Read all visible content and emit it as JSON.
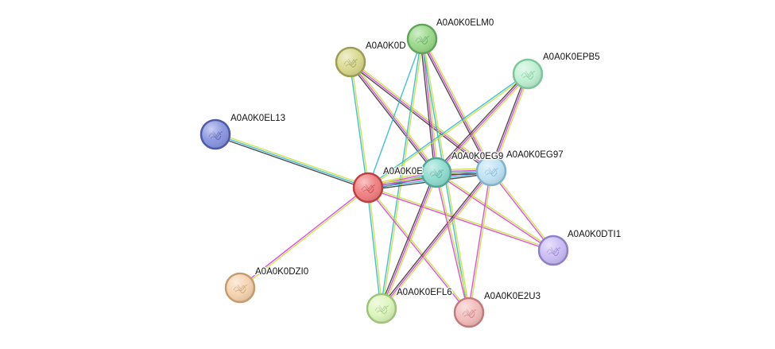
{
  "network": {
    "nodes": [
      {
        "id": "n_elm0",
        "label": "A0A0K0ELM0",
        "color": "#9ad98a",
        "border": "#5fa556",
        "icon": "protein-structure-icon"
      },
      {
        "id": "n_d",
        "label": "A0A0K0D",
        "color": "#d9d98f",
        "border": "#9c9c55",
        "icon": "protein-structure-icon"
      },
      {
        "id": "n_epb5",
        "label": "A0A0K0EPB5",
        "color": "#bff0d2",
        "border": "#7ec59b",
        "icon": "protein-structure-icon"
      },
      {
        "id": "n_el13",
        "label": "A0A0K0EL13",
        "color": "#8995e0",
        "border": "#4d5aa8",
        "icon": "protein-structure-icon"
      },
      {
        "id": "n_eg9",
        "label": "A0A0K0EG9",
        "color": "#8fdccf",
        "border": "#4ea697",
        "icon": "protein-structure-icon"
      },
      {
        "id": "n_eg97",
        "label": "A0A0K0EG97",
        "color": "#bfe3f5",
        "border": "#7eb3cf",
        "icon": "protein-structure-icon"
      },
      {
        "id": "n_e",
        "label": "A0A0K0E",
        "color": "#f07f80",
        "border": "#c23d40",
        "icon": "protein-structure-icon"
      },
      {
        "id": "n_dti1",
        "label": "A0A0K0DTI1",
        "color": "#cbbdf5",
        "border": "#8e7fc8",
        "icon": "protein-structure-icon"
      },
      {
        "id": "n_dzi0",
        "label": "A0A0K0DZI0",
        "color": "#f5d3b0",
        "border": "#c69b6e",
        "icon": "protein-structure-icon"
      },
      {
        "id": "n_efl6",
        "label": "A0A0K0EFL6",
        "color": "#dcf5bc",
        "border": "#9fc27a",
        "icon": "protein-structure-icon"
      },
      {
        "id": "n_e2u3",
        "label": "A0A0K0E2U3",
        "color": "#f3bcbc",
        "border": "#c27b7b",
        "icon": "protein-structure-icon"
      }
    ],
    "edges": [
      {
        "source": "n_el13",
        "target": "n_e",
        "evidence": [
          "#c6e03c",
          "#30b7cf",
          "#3a3a3a"
        ]
      },
      {
        "source": "n_d",
        "target": "n_e",
        "evidence": [
          "#c6e03c",
          "#30b7cf"
        ]
      },
      {
        "source": "n_d",
        "target": "n_eg9",
        "evidence": [
          "#c6e03c",
          "#d73fd7",
          "#3a3a3a"
        ]
      },
      {
        "source": "n_d",
        "target": "n_eg97",
        "evidence": [
          "#c6e03c",
          "#d73fd7",
          "#3a3a3a"
        ]
      },
      {
        "source": "n_elm0",
        "target": "n_e",
        "evidence": [
          "#30b7cf"
        ]
      },
      {
        "source": "n_elm0",
        "target": "n_eg9",
        "evidence": [
          "#c6e03c",
          "#d73fd7",
          "#3a3a3a"
        ]
      },
      {
        "source": "n_elm0",
        "target": "n_eg97",
        "evidence": [
          "#c6e03c",
          "#d73fd7",
          "#3a3a3a"
        ]
      },
      {
        "source": "n_elm0",
        "target": "n_efl6",
        "evidence": [
          "#c6e03c",
          "#30b7cf"
        ]
      },
      {
        "source": "n_elm0",
        "target": "n_e2u3",
        "evidence": [
          "#c6e03c",
          "#30b7cf"
        ]
      },
      {
        "source": "n_epb5",
        "target": "n_e",
        "evidence": [
          "#c6e03c",
          "#30b7cf"
        ]
      },
      {
        "source": "n_epb5",
        "target": "n_eg9",
        "evidence": [
          "#c6e03c",
          "#d73fd7",
          "#3a3a3a"
        ]
      },
      {
        "source": "n_epb5",
        "target": "n_eg97",
        "evidence": [
          "#c6e03c",
          "#d73fd7",
          "#3a3a3a"
        ]
      },
      {
        "source": "n_e",
        "target": "n_eg9",
        "evidence": [
          "#c6e03c",
          "#d73fd7",
          "#30b7cf",
          "#3a3a3a"
        ]
      },
      {
        "source": "n_e",
        "target": "n_eg97",
        "evidence": [
          "#c6e03c",
          "#d73fd7",
          "#30b7cf",
          "#3a3a3a"
        ]
      },
      {
        "source": "n_eg9",
        "target": "n_eg97",
        "evidence": [
          "#c6e03c",
          "#d73fd7",
          "#30b7cf",
          "#3a3a3a"
        ]
      },
      {
        "source": "n_e",
        "target": "n_dzi0",
        "evidence": [
          "#c6e03c",
          "#d73fd7"
        ]
      },
      {
        "source": "n_e",
        "target": "n_efl6",
        "evidence": [
          "#c6e03c",
          "#30b7cf"
        ]
      },
      {
        "source": "n_e",
        "target": "n_e2u3",
        "evidence": [
          "#c6e03c",
          "#d73fd7"
        ]
      },
      {
        "source": "n_e",
        "target": "n_dti1",
        "evidence": [
          "#c6e03c",
          "#d73fd7"
        ]
      },
      {
        "source": "n_eg9",
        "target": "n_dti1",
        "evidence": [
          "#c6e03c",
          "#d73fd7"
        ]
      },
      {
        "source": "n_eg97",
        "target": "n_dti1",
        "evidence": [
          "#c6e03c",
          "#d73fd7"
        ]
      },
      {
        "source": "n_eg9",
        "target": "n_efl6",
        "evidence": [
          "#c6e03c",
          "#d73fd7",
          "#3a3a3a"
        ]
      },
      {
        "source": "n_eg97",
        "target": "n_efl6",
        "evidence": [
          "#c6e03c",
          "#d73fd7",
          "#3a3a3a"
        ]
      },
      {
        "source": "n_eg9",
        "target": "n_e2u3",
        "evidence": [
          "#c6e03c",
          "#d73fd7"
        ]
      },
      {
        "source": "n_eg97",
        "target": "n_e2u3",
        "evidence": [
          "#c6e03c",
          "#d73fd7"
        ]
      }
    ]
  }
}
